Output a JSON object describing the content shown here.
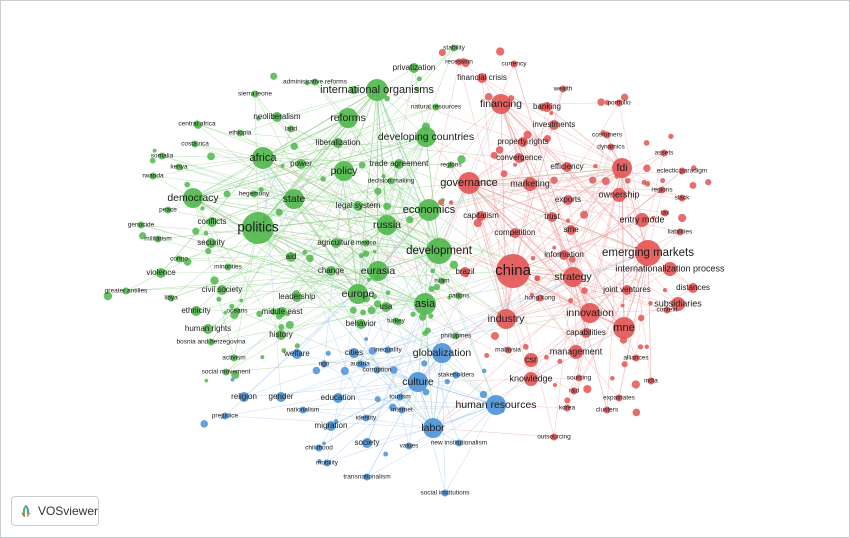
{
  "app": {
    "name": "VOSviewer"
  },
  "clusters": [
    {
      "id": "green",
      "color": "#4fb74a"
    },
    {
      "id": "red",
      "color": "#e45353"
    },
    {
      "id": "blue",
      "color": "#4a92d6"
    },
    {
      "id": "edge-green",
      "color": "#8fd18b"
    },
    {
      "id": "edge-red",
      "color": "#f0a3a3"
    },
    {
      "id": "edge-blue",
      "color": "#a3c8ee"
    }
  ],
  "nodes": [
    {
      "label": "china",
      "cluster": "red",
      "weight": 10
    },
    {
      "label": "politics",
      "cluster": "green",
      "weight": 9
    },
    {
      "label": "emerging markets",
      "cluster": "red",
      "weight": 7
    },
    {
      "label": "development",
      "cluster": "green",
      "weight": 7
    },
    {
      "label": "economics",
      "cluster": "green",
      "weight": 6
    },
    {
      "label": "governance",
      "cluster": "red",
      "weight": 6
    },
    {
      "label": "asia",
      "cluster": "green",
      "weight": 6
    },
    {
      "label": "africa",
      "cluster": "green",
      "weight": 6
    },
    {
      "label": "mne",
      "cluster": "red",
      "weight": 6
    },
    {
      "label": "international organisms",
      "cluster": "green",
      "weight": 6
    },
    {
      "label": "reforms",
      "cluster": "green",
      "weight": 5
    },
    {
      "label": "developing countries",
      "cluster": "green",
      "weight": 5
    },
    {
      "label": "policy",
      "cluster": "green",
      "weight": 5
    },
    {
      "label": "state",
      "cluster": "green",
      "weight": 5
    },
    {
      "label": "democracy",
      "cluster": "green",
      "weight": 5
    },
    {
      "label": "russia",
      "cluster": "green",
      "weight": 5
    },
    {
      "label": "eurasia",
      "cluster": "green",
      "weight": 5
    },
    {
      "label": "europe",
      "cluster": "green",
      "weight": 5
    },
    {
      "label": "fdi",
      "cluster": "red",
      "weight": 5
    },
    {
      "label": "strategy",
      "cluster": "red",
      "weight": 5
    },
    {
      "label": "industry",
      "cluster": "red",
      "weight": 5
    },
    {
      "label": "innovation",
      "cluster": "red",
      "weight": 5
    },
    {
      "label": "financing",
      "cluster": "red",
      "weight": 5
    },
    {
      "label": "culture",
      "cluster": "blue",
      "weight": 5
    },
    {
      "label": "globalization",
      "cluster": "blue",
      "weight": 5
    },
    {
      "label": "human resources",
      "cluster": "blue",
      "weight": 5
    },
    {
      "label": "labor",
      "cluster": "blue",
      "weight": 5
    },
    {
      "label": "entry mode",
      "cluster": "red",
      "weight": 4
    },
    {
      "label": "ownership",
      "cluster": "red",
      "weight": 4
    },
    {
      "label": "internationalization process",
      "cluster": "red",
      "weight": 4
    },
    {
      "label": "subsidiaries",
      "cluster": "red",
      "weight": 4
    },
    {
      "label": "distances",
      "cluster": "red",
      "weight": 3
    },
    {
      "label": "marketing",
      "cluster": "red",
      "weight": 4
    },
    {
      "label": "management",
      "cluster": "red",
      "weight": 4
    },
    {
      "label": "knowledge",
      "cluster": "red",
      "weight": 4
    },
    {
      "label": "csr",
      "cluster": "red",
      "weight": 4
    },
    {
      "label": "banking",
      "cluster": "red",
      "weight": 3
    },
    {
      "label": "investments",
      "cluster": "red",
      "weight": 3
    },
    {
      "label": "property rights",
      "cluster": "red",
      "weight": 3
    },
    {
      "label": "capitalism",
      "cluster": "red",
      "weight": 3
    },
    {
      "label": "brazil",
      "cluster": "red",
      "weight": 3
    },
    {
      "label": "sme",
      "cluster": "red",
      "weight": 3
    },
    {
      "label": "competition",
      "cluster": "red",
      "weight": 3
    },
    {
      "label": "information",
      "cluster": "red",
      "weight": 3
    },
    {
      "label": "exports",
      "cluster": "red",
      "weight": 3
    },
    {
      "label": "trust",
      "cluster": "red",
      "weight": 3
    },
    {
      "label": "efficiency",
      "cluster": "red",
      "weight": 3
    },
    {
      "label": "convergence",
      "cluster": "red",
      "weight": 3
    },
    {
      "label": "financial crisis",
      "cluster": "red",
      "weight": 3
    },
    {
      "label": "wealth",
      "cluster": "red",
      "weight": 2
    },
    {
      "label": "portfolio",
      "cluster": "red",
      "weight": 2
    },
    {
      "label": "costumers",
      "cluster": "red",
      "weight": 2
    },
    {
      "label": "dynamics",
      "cluster": "red",
      "weight": 2
    },
    {
      "label": "assets",
      "cluster": "red",
      "weight": 2
    },
    {
      "label": "eclectic paradigm",
      "cluster": "red",
      "weight": 2
    },
    {
      "label": "regions",
      "cluster": "red",
      "weight": 2
    },
    {
      "label": "slack",
      "cluster": "red",
      "weight": 2
    },
    {
      "label": "tax",
      "cluster": "red",
      "weight": 2
    },
    {
      "label": "liabilities",
      "cluster": "red",
      "weight": 2
    },
    {
      "label": "joint ventures",
      "cluster": "red",
      "weight": 3
    },
    {
      "label": "context",
      "cluster": "red",
      "weight": 2
    },
    {
      "label": "alliances",
      "cluster": "red",
      "weight": 2
    },
    {
      "label": "india",
      "cluster": "red",
      "weight": 2
    },
    {
      "label": "expatriates",
      "cluster": "red",
      "weight": 2
    },
    {
      "label": "clusters",
      "cluster": "red",
      "weight": 2
    },
    {
      "label": "korea",
      "cluster": "red",
      "weight": 2
    },
    {
      "label": "r&d",
      "cluster": "red",
      "weight": 2
    },
    {
      "label": "sourcing",
      "cluster": "red",
      "weight": 2
    },
    {
      "label": "capabilities",
      "cluster": "red",
      "weight": 3
    },
    {
      "label": "hong kong",
      "cluster": "red",
      "weight": 2
    },
    {
      "label": "outsourcing",
      "cluster": "red",
      "weight": 2
    },
    {
      "label": "malaysia",
      "cluster": "red",
      "weight": 2
    },
    {
      "label": "currency",
      "cluster": "red",
      "weight": 2
    },
    {
      "label": "recession",
      "cluster": "red",
      "weight": 2
    },
    {
      "label": "stability",
      "cluster": "green",
      "weight": 2
    },
    {
      "label": "privatization",
      "cluster": "green",
      "weight": 3
    },
    {
      "label": "administrative reforms",
      "cluster": "green",
      "weight": 2
    },
    {
      "label": "sierra leone",
      "cluster": "green",
      "weight": 2
    },
    {
      "label": "neoliberalism",
      "cluster": "green",
      "weight": 3
    },
    {
      "label": "land",
      "cluster": "green",
      "weight": 2
    },
    {
      "label": "central africa",
      "cluster": "green",
      "weight": 2
    },
    {
      "label": "ethiopia",
      "cluster": "green",
      "weight": 2
    },
    {
      "label": "liberalization",
      "cluster": "green",
      "weight": 3
    },
    {
      "label": "natural resources",
      "cluster": "green",
      "weight": 2
    },
    {
      "label": "costa rica",
      "cluster": "green",
      "weight": 2
    },
    {
      "label": "somalia",
      "cluster": "green",
      "weight": 2
    },
    {
      "label": "kenya",
      "cluster": "green",
      "weight": 2
    },
    {
      "label": "rwanda",
      "cluster": "green",
      "weight": 2
    },
    {
      "label": "power",
      "cluster": "green",
      "weight": 3
    },
    {
      "label": "hegemony",
      "cluster": "green",
      "weight": 2
    },
    {
      "label": "trade agreement",
      "cluster": "green",
      "weight": 3
    },
    {
      "label": "decision making",
      "cluster": "green",
      "weight": 2
    },
    {
      "label": "regions",
      "cluster": "green",
      "weight": 2
    },
    {
      "label": "peace",
      "cluster": "green",
      "weight": 2
    },
    {
      "label": "conflicts",
      "cluster": "green",
      "weight": 3
    },
    {
      "label": "genocide",
      "cluster": "green",
      "weight": 2
    },
    {
      "label": "militarism",
      "cluster": "green",
      "weight": 2
    },
    {
      "label": "security",
      "cluster": "green",
      "weight": 3
    },
    {
      "label": "congo",
      "cluster": "green",
      "weight": 2
    },
    {
      "label": "minorities",
      "cluster": "green",
      "weight": 2
    },
    {
      "label": "violence",
      "cluster": "green",
      "weight": 3
    },
    {
      "label": "greater antilles",
      "cluster": "green",
      "weight": 2
    },
    {
      "label": "libya",
      "cluster": "green",
      "weight": 2
    },
    {
      "label": "civil society",
      "cluster": "green",
      "weight": 3
    },
    {
      "label": "ethnicity",
      "cluster": "green",
      "weight": 3
    },
    {
      "label": "oceans",
      "cluster": "green",
      "weight": 2
    },
    {
      "label": "human rights",
      "cluster": "green",
      "weight": 3
    },
    {
      "label": "bosnia and herzegovina",
      "cluster": "green",
      "weight": 2
    },
    {
      "label": "activism",
      "cluster": "green",
      "weight": 2
    },
    {
      "label": "social movement",
      "cluster": "green",
      "weight": 2
    },
    {
      "label": "legal system",
      "cluster": "green",
      "weight": 3
    },
    {
      "label": "agriculture",
      "cluster": "green",
      "weight": 3
    },
    {
      "label": "mexico",
      "cluster": "green",
      "weight": 2
    },
    {
      "label": "aid",
      "cluster": "green",
      "weight": 3
    },
    {
      "label": "change",
      "cluster": "green",
      "weight": 3
    },
    {
      "label": "leadership",
      "cluster": "green",
      "weight": 3
    },
    {
      "label": "middle east",
      "cluster": "green",
      "weight": 3
    },
    {
      "label": "history",
      "cluster": "green",
      "weight": 3
    },
    {
      "label": "behavior",
      "cluster": "green",
      "weight": 3
    },
    {
      "label": "usa",
      "cluster": "green",
      "weight": 3
    },
    {
      "label": "turkey",
      "cluster": "green",
      "weight": 2
    },
    {
      "label": "islam",
      "cluster": "green",
      "weight": 2
    },
    {
      "label": "nations",
      "cluster": "green",
      "weight": 2
    },
    {
      "label": "philippines",
      "cluster": "green",
      "weight": 2
    },
    {
      "label": "welfare",
      "cluster": "blue",
      "weight": 3
    },
    {
      "label": "cities",
      "cluster": "blue",
      "weight": 3
    },
    {
      "label": "inequality",
      "cluster": "blue",
      "weight": 2
    },
    {
      "label": "ngo",
      "cluster": "blue",
      "weight": 2
    },
    {
      "label": "corruption",
      "cluster": "blue",
      "weight": 2
    },
    {
      "label": "religion",
      "cluster": "blue",
      "weight": 3
    },
    {
      "label": "gender",
      "cluster": "blue",
      "weight": 3
    },
    {
      "label": "education",
      "cluster": "blue",
      "weight": 3
    },
    {
      "label": "tourism",
      "cluster": "blue",
      "weight": 2
    },
    {
      "label": "nationalism",
      "cluster": "blue",
      "weight": 2
    },
    {
      "label": "identity",
      "cluster": "blue",
      "weight": 2
    },
    {
      "label": "internet",
      "cluster": "blue",
      "weight": 2
    },
    {
      "label": "migration",
      "cluster": "blue",
      "weight": 3
    },
    {
      "label": "stakeholders",
      "cluster": "blue",
      "weight": 2
    },
    {
      "label": "society",
      "cluster": "blue",
      "weight": 3
    },
    {
      "label": "values",
      "cluster": "blue",
      "weight": 2
    },
    {
      "label": "new institutionalism",
      "cluster": "blue",
      "weight": 2
    },
    {
      "label": "childhood",
      "cluster": "blue",
      "weight": 2
    },
    {
      "label": "mobility",
      "cluster": "blue",
      "weight": 2
    },
    {
      "label": "transnationalism",
      "cluster": "blue",
      "weight": 2
    },
    {
      "label": "social institutions",
      "cluster": "blue",
      "weight": 2
    },
    {
      "label": "prejudice",
      "cluster": "blue",
      "weight": 2
    },
    {
      "label": "austria",
      "cluster": "blue",
      "weight": 2
    }
  ]
}
